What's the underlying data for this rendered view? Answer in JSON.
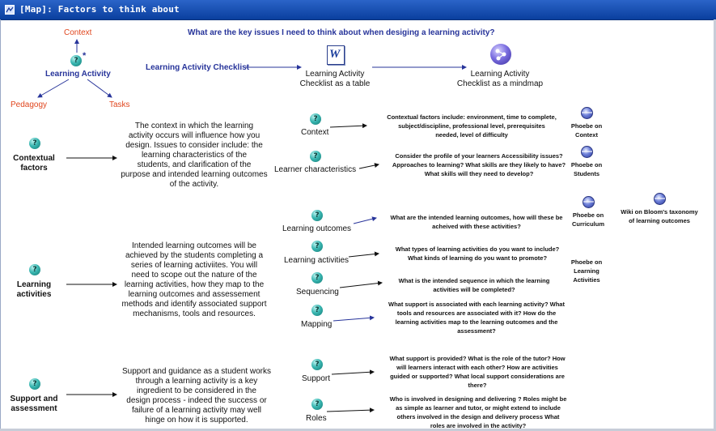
{
  "window": {
    "title": "[Map]: Factors to think about"
  },
  "header": {
    "question": "What are the key issues I need to think about when desiging a learning activity?"
  },
  "topic": {
    "central": "Learning Activity",
    "star": "*",
    "up": "Context",
    "left": "Pedagogy",
    "right": "Tasks"
  },
  "checklist": {
    "label": "Learning Activity Checklist",
    "table": "Learning Activity\nChecklist as a table",
    "mindmap": "Learning Activity\nChecklist as a mindmap"
  },
  "icon_glyph": "?",
  "sections": [
    {
      "title": "Contextual\nfactors",
      "text": "The context in which the learning\nactivity occurs will influence how you\ndesign.  Issues to consider include: the\nlearning characteristics of the\nstudents, and clarification of the\npurpose and intended learning outcomes\nof the activity."
    },
    {
      "title": "Learning\nactivities",
      "text": "Intended learning outcomes will be\nachieved by the students completing a\nseries of learning activiites. You will\nneed to scope out the nature of the\nlearning activities, how they map to the\nlearning outcomes and assessement\nmethods and identify associated support\nmechanisms, tools and resources."
    },
    {
      "title": "Support and\nassessment",
      "text": "Support and guidance as a student works\nthrough a learning activity is a key\ningredient to be considered in the\ndesign process - indeed the success or\nfailure of a learning activity may well\nhinge on how it is supported."
    }
  ],
  "factors": [
    {
      "label": "Context",
      "note": "Contextual factors include: environment, time to complete,\nsubject/discipline,  professional level, prerequisites\nneeded, level of difficulty"
    },
    {
      "label": "Learner characteristics",
      "note": "Consider the profile of your learners Accessibility issues?\nApproaches to learning? What skills are they likely to have?\nWhat skills will they need to develop?"
    },
    {
      "label": "Learning outcomes",
      "note": "What are the intended learning outcomes, how will these be\nacheived with these activities?"
    },
    {
      "label": "Learning activities",
      "note": "What types of learning activities do you want to include?\nWhat kinds of learning do you want to promote?"
    },
    {
      "label": "Sequencing",
      "note": "What is the intended sequence in which the learning\nactivities will be completed?"
    },
    {
      "label": "Mapping",
      "note": "What support is associated with each learning activity? What\ntools and resources are associated with it? How do the\nlearning activities map to the learning outcomes and the\nassessment?"
    },
    {
      "label": "Support",
      "note": "What support is provided? What is the role of the tutor? How\nwill learners interact with each other? How are activities\nguided or supported? What local support considerations are\nthere?"
    },
    {
      "label": "Roles",
      "note": "Who is involved in designing and delivering ? Roles might be\nas simple as learner and tutor, or might extend to include\nothers involved in the design and delivery process  What\nroles are involved in the activity?"
    }
  ],
  "links": [
    {
      "label": "Phoebe on\nContext"
    },
    {
      "label": "Phoebe on\nStudents"
    },
    {
      "label": "Phoebe on\nCurriculum"
    },
    {
      "label": "Wiki on Bloom's taxonomy\nof learning outcomes"
    },
    {
      "label": "Phoebe on\nLearning\nActivities"
    }
  ],
  "colors": {
    "navy": "#27349a",
    "orange": "#e0461e",
    "title_bar": "#0a3f9e",
    "icon_teal": "#39b6b1"
  }
}
